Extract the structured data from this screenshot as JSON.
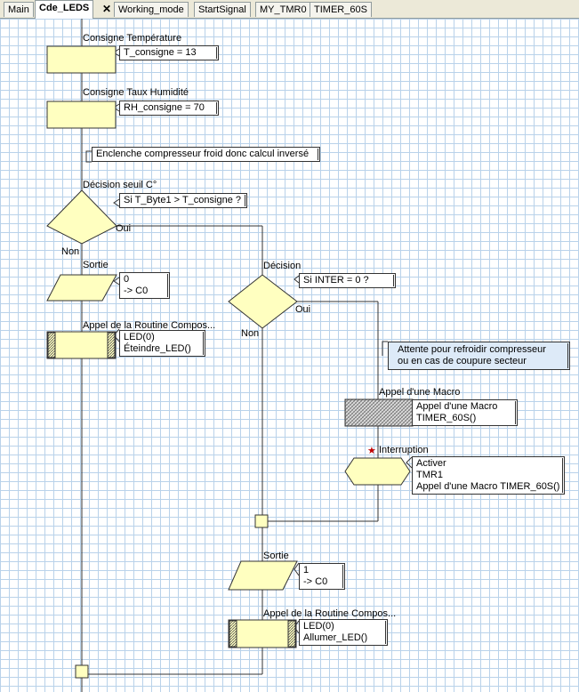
{
  "tabs": [
    {
      "label": "Main"
    },
    {
      "label": "Cde_LEDS"
    },
    {
      "label": "Working_mode"
    },
    {
      "label": "StartSignal"
    },
    {
      "label": "MY_TMR0"
    },
    {
      "label": "TIMER_60S"
    }
  ],
  "tab_close_glyph": "✕",
  "colors": {
    "block_fill": "#ffffc0",
    "comment_fill": "#ddeaf8",
    "grid": "#b9d2ea",
    "interrupt_star": "#c00000"
  },
  "flowchart": {
    "calc_temp": {
      "title": "Consigne Température",
      "expr": "T_consigne = 13"
    },
    "calc_rh": {
      "title": "Consigne Taux Humidité",
      "expr": "RH_consigne = 70"
    },
    "comment_1": "Enclenche compresseur froid donc calcul inversé",
    "decision_1": {
      "title": "Décision seuil C°",
      "expr": "Si  T_Byte1 > T_consigne ?",
      "yes": "Oui",
      "no": "Non"
    },
    "output_1": {
      "title": "Sortie",
      "line1": "0",
      "line2": "-> C0"
    },
    "call_1": {
      "title": "Appel de la Routine Compos...",
      "line1": "LED(0)",
      "line2": "Éteindre_LED()"
    },
    "decision_2": {
      "title": "Décision",
      "expr": "Si  INTER = 0 ?",
      "yes": "Oui",
      "no": "Non"
    },
    "note": {
      "line1": "Attente pour refroidir compresseur",
      "line2": "ou en cas de coupure secteur"
    },
    "macro": {
      "title": "Appel d'une Macro",
      "line1": "Appel d'une Macro",
      "line2": "TIMER_60S()"
    },
    "interrupt": {
      "title": "Interruption",
      "line1": "Activer",
      "line2": "TMR1",
      "line3": "Appel d'une Macro TIMER_60S()"
    },
    "output_2": {
      "title": "Sortie",
      "line1": "1",
      "line2": "-> C0"
    },
    "call_2": {
      "title": "Appel de la Routine Compos...",
      "line1": "LED(0)",
      "line2": "Allumer_LED()"
    }
  }
}
